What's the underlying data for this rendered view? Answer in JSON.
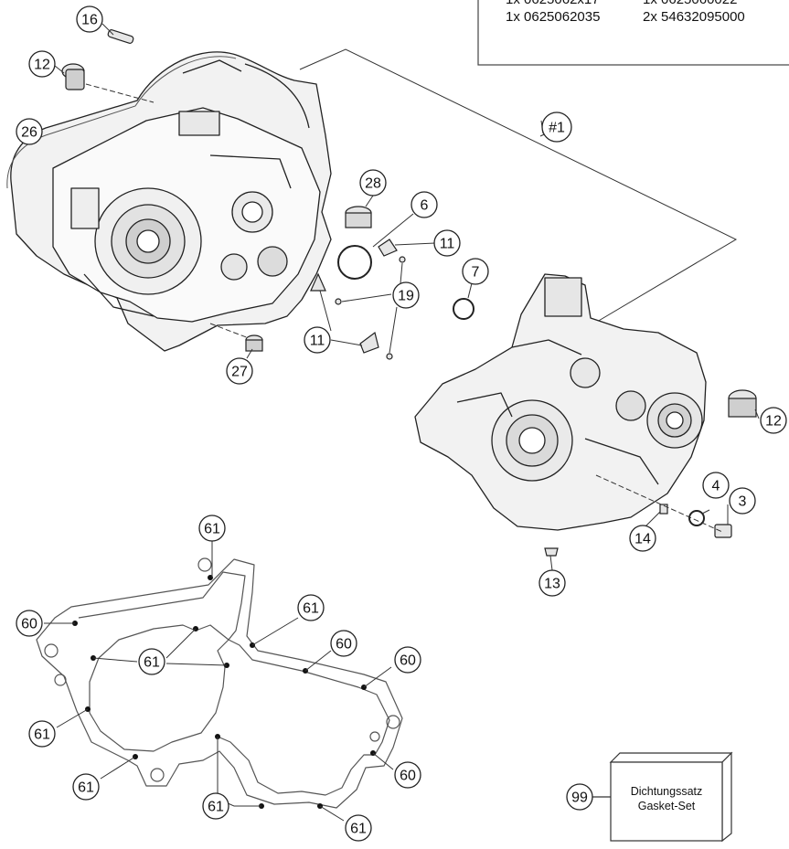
{
  "parts_box": {
    "partial_line_left": "1x 0625062x17",
    "partial_line_right": "1x 0625060022",
    "line_left": "1x 0625062035",
    "line_right": "2x 54632095000"
  },
  "callouts": {
    "c16": "16",
    "c12a": "12",
    "c26": "26",
    "c1": "#1",
    "c28": "28",
    "c6": "6",
    "c11a": "11",
    "c7": "7",
    "c19": "19",
    "c11b": "11",
    "c27": "27",
    "c12b": "12",
    "c4": "4",
    "c3": "3",
    "c14": "14",
    "c13": "13",
    "g61a": "61",
    "g60a": "60",
    "g61b": "61",
    "g61c": "61",
    "g60b": "60",
    "g60c": "60",
    "g61d": "61",
    "g60d": "60",
    "g61e": "61",
    "g61f": "61",
    "g61g": "61",
    "c99": "99"
  },
  "gasket_set": {
    "line1": "Dichtungssatz",
    "line2": "Gasket-Set"
  }
}
